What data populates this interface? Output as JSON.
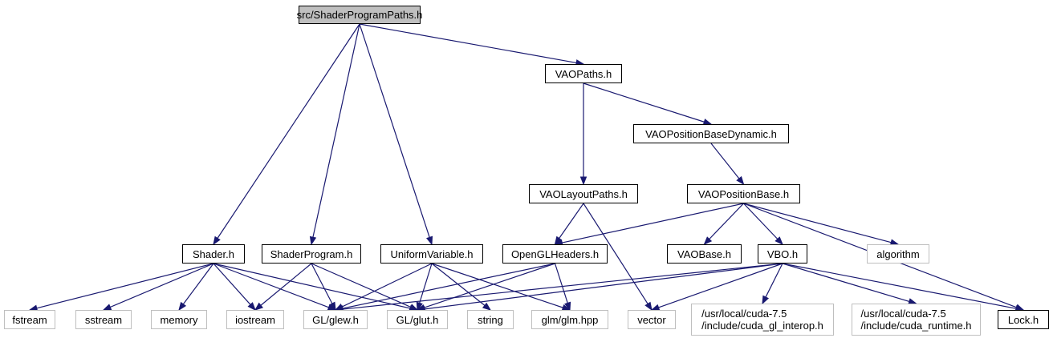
{
  "diagram": {
    "colors": {
      "edge": "#191970",
      "local_border": "#000000",
      "system_border": "#bfbfbf",
      "root_fill": "#bfbfbf"
    },
    "nodes": [
      {
        "id": "root",
        "label": "src/ShaderProgramPaths.h",
        "kind": "root"
      },
      {
        "id": "vaopaths",
        "label": "VAOPaths.h",
        "kind": "local"
      },
      {
        "id": "vaoposdyn",
        "label": "VAOPositionBaseDynamic.h",
        "kind": "local"
      },
      {
        "id": "vaolayout",
        "label": "VAOLayoutPaths.h",
        "kind": "local"
      },
      {
        "id": "vaoposbase",
        "label": "VAOPositionBase.h",
        "kind": "local"
      },
      {
        "id": "shader",
        "label": "Shader.h",
        "kind": "local"
      },
      {
        "id": "shaderprog",
        "label": "ShaderProgram.h",
        "kind": "local"
      },
      {
        "id": "uniform",
        "label": "UniformVariable.h",
        "kind": "local"
      },
      {
        "id": "openglh",
        "label": "OpenGLHeaders.h",
        "kind": "local"
      },
      {
        "id": "vaobase",
        "label": "VAOBase.h",
        "kind": "local"
      },
      {
        "id": "vbo",
        "label": "VBO.h",
        "kind": "local"
      },
      {
        "id": "algorithm",
        "label": "algorithm",
        "kind": "system"
      },
      {
        "id": "fstream",
        "label": "fstream",
        "kind": "system"
      },
      {
        "id": "sstream",
        "label": "sstream",
        "kind": "system"
      },
      {
        "id": "memory",
        "label": "memory",
        "kind": "system"
      },
      {
        "id": "iostream",
        "label": "iostream",
        "kind": "system"
      },
      {
        "id": "glew",
        "label": "GL/glew.h",
        "kind": "system"
      },
      {
        "id": "glut",
        "label": "GL/glut.h",
        "kind": "system"
      },
      {
        "id": "string",
        "label": "string",
        "kind": "system"
      },
      {
        "id": "glm",
        "label": "glm/glm.hpp",
        "kind": "system"
      },
      {
        "id": "vector",
        "label": "vector",
        "kind": "system"
      },
      {
        "id": "cudagl",
        "label": "/usr/local/cuda-7.5\n/include/cuda_gl_interop.h",
        "kind": "system"
      },
      {
        "id": "cudart",
        "label": "/usr/local/cuda-7.5\n/include/cuda_runtime.h",
        "kind": "system"
      },
      {
        "id": "lock",
        "label": "Lock.h",
        "kind": "local"
      }
    ],
    "edges": [
      [
        "root",
        "vaopaths"
      ],
      [
        "root",
        "shader"
      ],
      [
        "root",
        "shaderprog"
      ],
      [
        "root",
        "uniform"
      ],
      [
        "vaopaths",
        "vaoposdyn"
      ],
      [
        "vaopaths",
        "vaolayout"
      ],
      [
        "vaoposdyn",
        "vaoposbase"
      ],
      [
        "vaolayout",
        "openglh"
      ],
      [
        "vaolayout",
        "vector"
      ],
      [
        "vaoposbase",
        "openglh"
      ],
      [
        "vaoposbase",
        "vaobase"
      ],
      [
        "vaoposbase",
        "vbo"
      ],
      [
        "vaoposbase",
        "algorithm"
      ],
      [
        "vaoposbase",
        "lock"
      ],
      [
        "shader",
        "fstream"
      ],
      [
        "shader",
        "sstream"
      ],
      [
        "shader",
        "memory"
      ],
      [
        "shader",
        "iostream"
      ],
      [
        "shader",
        "glew"
      ],
      [
        "shader",
        "glut"
      ],
      [
        "shaderprog",
        "iostream"
      ],
      [
        "shaderprog",
        "glew"
      ],
      [
        "shaderprog",
        "glut"
      ],
      [
        "uniform",
        "glew"
      ],
      [
        "uniform",
        "glut"
      ],
      [
        "uniform",
        "string"
      ],
      [
        "uniform",
        "glm"
      ],
      [
        "openglh",
        "glew"
      ],
      [
        "openglh",
        "glut"
      ],
      [
        "openglh",
        "glm"
      ],
      [
        "vbo",
        "glew"
      ],
      [
        "vbo",
        "glut"
      ],
      [
        "vbo",
        "vector"
      ],
      [
        "vbo",
        "cudagl"
      ],
      [
        "vbo",
        "cudart"
      ],
      [
        "vbo",
        "lock"
      ]
    ]
  }
}
